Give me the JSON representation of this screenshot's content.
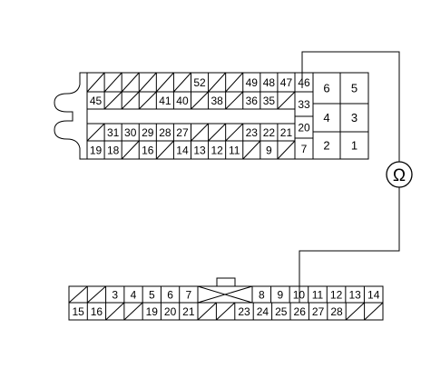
{
  "diagram": {
    "meter_symbol": "Ω",
    "connector_a": {
      "row1": [
        "",
        "",
        "",
        "",
        "",
        "",
        "52",
        "",
        "",
        "49",
        "48",
        "47"
      ],
      "row2": [
        "45",
        "",
        "",
        "",
        "41",
        "40",
        "",
        "38",
        "",
        "36",
        "35",
        ""
      ],
      "row3": [
        "",
        "31",
        "30",
        "29",
        "28",
        "27",
        "",
        "",
        "",
        "23",
        "22",
        "21"
      ],
      "row4": [
        "19",
        "18",
        "",
        "16",
        "",
        "14",
        "13",
        "12",
        "11",
        "",
        "9",
        ""
      ],
      "mid_column": [
        "46",
        "33",
        "20",
        "7"
      ],
      "right_block": [
        [
          "6",
          "5"
        ],
        [
          "4",
          "3"
        ],
        [
          "2",
          "1"
        ]
      ]
    },
    "connector_b": {
      "top_left": [
        "",
        "",
        "3",
        "4",
        "5",
        "6",
        "7"
      ],
      "top_right": [
        "8",
        "9",
        "10",
        "11",
        "12",
        "13",
        "14"
      ],
      "bottom_left": [
        "15",
        "16",
        "",
        "",
        "19",
        "20",
        "21"
      ],
      "bottom_right": [
        "",
        "",
        "23",
        "24",
        "25",
        "26",
        "27",
        "28",
        "",
        ""
      ]
    }
  }
}
